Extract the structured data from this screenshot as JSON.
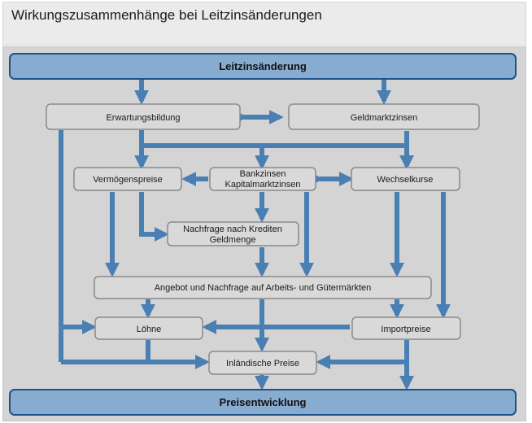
{
  "title": "Wirkungszusammenhänge bei Leitzinsänderungen",
  "nodes": {
    "leitzins": "Leitzinsänderung",
    "erwartung": "Erwartungsbildung",
    "geldmarkt": "Geldmarktzinsen",
    "vermoegen": "Vermögenspreise",
    "bankzinsen_line1": "Bankzinsen",
    "bankzinsen_line2": "Kapitalmarktzinsen",
    "wechselkurse": "Wechselkurse",
    "nachfrage_line1": "Nachfrage nach Krediten",
    "nachfrage_line2": "Geldmenge",
    "angebot": "Angebot und Nachfrage auf Arbeits- und Gütermärkten",
    "loehne": "Löhne",
    "importpreise": "Importpreise",
    "inland": "Inländische Preise",
    "preise": "Preisentwicklung"
  },
  "colors": {
    "arrow": "#4a7fb3",
    "bar_fill": "#88abd0",
    "bar_border": "#1f5287",
    "box_fill": "#d9d9d9",
    "box_border": "#8a8a8a",
    "panel": "#d4d4d4"
  }
}
